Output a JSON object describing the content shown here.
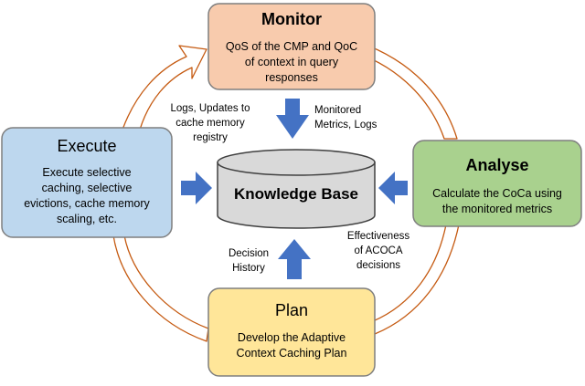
{
  "boxes": {
    "monitor": {
      "title": "Monitor",
      "lines": [
        "QoS of the CMP and QoC",
        "of context in query",
        "responses"
      ],
      "fill": "#f8cbad",
      "stroke": "#7f7f7f"
    },
    "analyse": {
      "title": "Analyse",
      "lines": [
        "Calculate the CoCa using",
        "the monitored metrics"
      ],
      "fill": "#a9d18e",
      "stroke": "#7f7f7f"
    },
    "plan": {
      "title": "Plan",
      "lines": [
        "Develop the Adaptive",
        "Context Caching Plan"
      ],
      "fill": "#ffe699",
      "stroke": "#7f7f7f"
    },
    "execute": {
      "title": "Execute",
      "lines": [
        "Execute selective",
        "caching, selective",
        "evictions, cache memory",
        "scaling, etc."
      ],
      "fill": "#bdd7ee",
      "stroke": "#7f7f7f"
    }
  },
  "knowledge_base": {
    "label": "Knowledge Base",
    "fill": "#d9d9d9",
    "stroke": "#404040"
  },
  "flow_labels": {
    "monitor_to_kb": [
      "Monitored",
      "Metrics, Logs"
    ],
    "execute_to_kb": [
      "Logs, Updates to",
      "cache memory",
      "registry"
    ],
    "kb_to_analyse": [
      "Effectiveness",
      "of ACOCA",
      "decisions"
    ],
    "plan_to_kb": [
      "Decision",
      "History"
    ]
  },
  "colors": {
    "arrow_fill": "#4472c4",
    "cycle_fill": "#ffffff",
    "cycle_stroke": "#c55a11"
  }
}
